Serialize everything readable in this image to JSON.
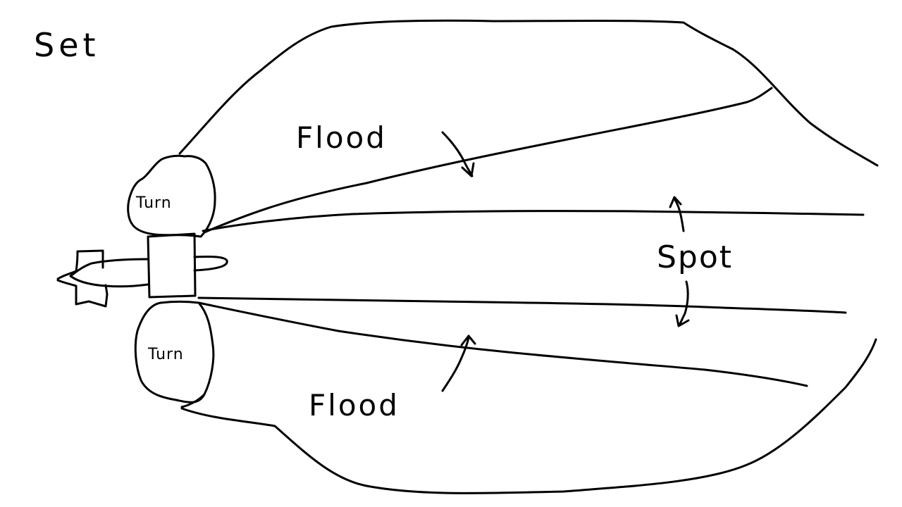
{
  "title": "Set",
  "labels": {
    "flood_top": "Flood",
    "flood_bottom": "Flood",
    "spot": "Spot",
    "turn_top": "Turn",
    "turn_bottom": "Turn"
  },
  "colors": {
    "ink": "#000000",
    "background": "#ffffff"
  }
}
